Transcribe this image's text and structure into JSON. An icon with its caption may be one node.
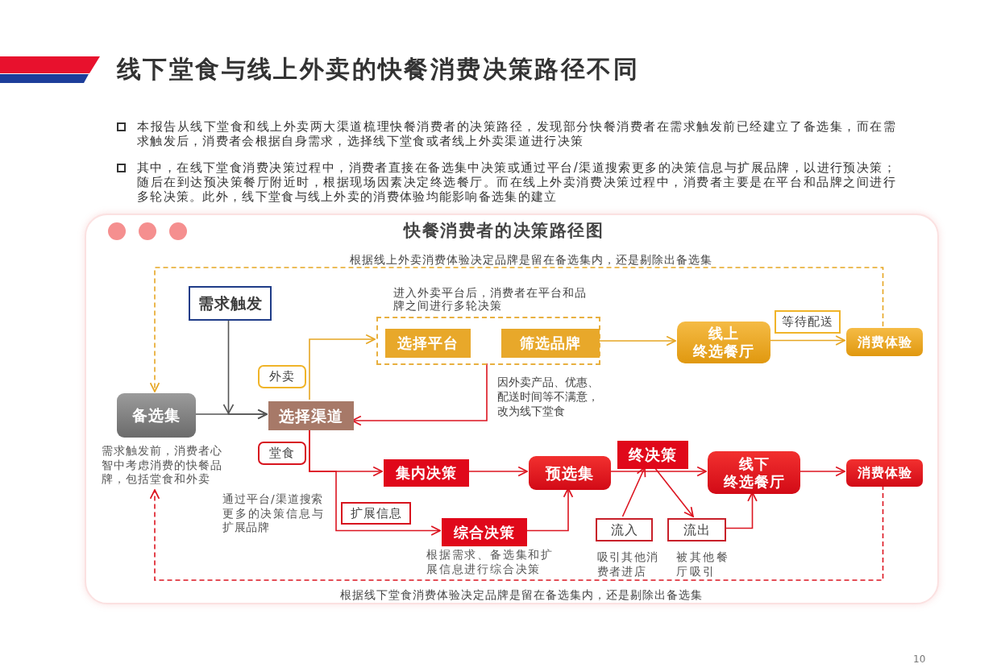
{
  "diagram": {
    "title": "线下堂食与线上外卖的快餐消费决策路径不同",
    "nodes": [
      {
        "text": [
          "快餐消费者的决策路径图"
        ]
      },
      {
        "text": [
          "需求触发"
        ],
        "in": 0
      },
      {
        "text": [
          "备选集"
        ],
        "in": 0,
        "beside": [
          "需求触发前，消费者心智中考虑消费的快餐品牌，包括堂食和外卖"
        ]
      },
      {
        "text": [
          "选择渠道"
        ],
        "in": 0
      },
      {
        "text": [
          "进入外卖平台后，消费者在平台和品牌之间进行多轮决策"
        ],
        "in": 0
      },
      {
        "text": [
          "选择平台"
        ],
        "in": 4
      },
      {
        "text": [
          "筛选品牌"
        ],
        "in": 4
      },
      {
        "text": [
          "线上",
          "终选餐厅"
        ],
        "in": 0
      },
      {
        "text": [
          "消费体验"
        ],
        "in": 0
      },
      {
        "text": [
          "集内决策"
        ],
        "in": 0
      },
      {
        "text": [
          "预选集"
        ],
        "in": 0
      },
      {
        "text": [
          "终决策"
        ],
        "in": 0
      },
      {
        "text": [
          "线下",
          "终选餐厅"
        ],
        "in": 0
      },
      {
        "text": [
          "消费体验"
        ],
        "in": 0
      },
      {
        "text": [
          "综合决策"
        ],
        "in": 0,
        "beside": [
          "根据需求、备选集和扩展信息进行综合决策"
        ]
      },
      {
        "text": [
          "流入"
        ],
        "in": 0,
        "beside": [
          "吸引其他消费者进店"
        ]
      },
      {
        "text": [
          "流出"
        ],
        "in": 0,
        "beside": [
          "被其他餐厅吸引"
        ]
      }
    ],
    "edges": [
      {
        "from": 1,
        "to": 3,
        "arrow": "to",
        "color": "#555555"
      },
      {
        "from": 2,
        "to": 3,
        "arrow": "to",
        "color": "#555555"
      },
      {
        "from": 3,
        "to": 4,
        "arrow": "to",
        "label": "外卖",
        "color": "#e6a623"
      },
      {
        "from": 3,
        "to": 9,
        "arrow": "to",
        "label": "堂食"
      },
      {
        "from": 3,
        "to": 14,
        "arrow": "to",
        "label": "扩展信息"
      },
      {
        "from": 4,
        "to": 3,
        "arrow": "to",
        "label": "因外卖产品、优惠、配送时间等不满意，改为线下堂食"
      },
      {
        "from": 4,
        "to": 7,
        "arrow": "to",
        "color": "#e6a623"
      },
      {
        "from": 7,
        "to": 8,
        "arrow": "to",
        "label": "等待配送",
        "color": "#e6a623"
      },
      {
        "from": 8,
        "to": 2,
        "arrow": "to",
        "style": "dashed",
        "label": "根据线上外卖消费体验决定品牌是留在备选集内，还是剔除出备选集",
        "color": "#e6a623"
      },
      {
        "from": 9,
        "to": 10,
        "arrow": "to"
      },
      {
        "from": 14,
        "to": 10,
        "arrow": "to"
      },
      {
        "from": 10,
        "to": 12,
        "arrow": "to"
      },
      {
        "from": 15,
        "to": 11,
        "arrow": "to"
      },
      {
        "from": 11,
        "to": 16,
        "arrow": "to"
      },
      {
        "from": 16,
        "to": 12,
        "arrow": "to"
      },
      {
        "from": 12,
        "to": 13,
        "arrow": "to"
      },
      {
        "from": 13,
        "to": 2,
        "arrow": "to",
        "style": "dashed",
        "label": "根据线下堂食消费体验决定品牌是留在备选集内，还是剔除出备选集"
      }
    ],
    "labels": [
      "本报告从线下堂食和线上外卖两大渠道梳理快餐消费者的决策路径，发现部分快餐消费者在需求触发前已经建立了备选集，而在需求触发后，消费者会根据自身需求，选择线下堂食或者线上外卖渠道进行决策",
      "其中，在线下堂食消费决策过程中，消费者直接在备选集中决策或通过平台/渠道搜索更多的决策信息与扩展品牌，以进行预决策；随后在到达预决策餐厅附近时，根据现场因素决定终选餐厅。而在线上外卖消费决策过程中，消费者主要是在平台和品牌之间进行多轮决策。此外，线下堂食与线上外卖的消费体验均能影响备选集的建立",
      "通过平台/渠道搜索更多的决策信息与扩展品牌",
      "10"
    ]
  }
}
